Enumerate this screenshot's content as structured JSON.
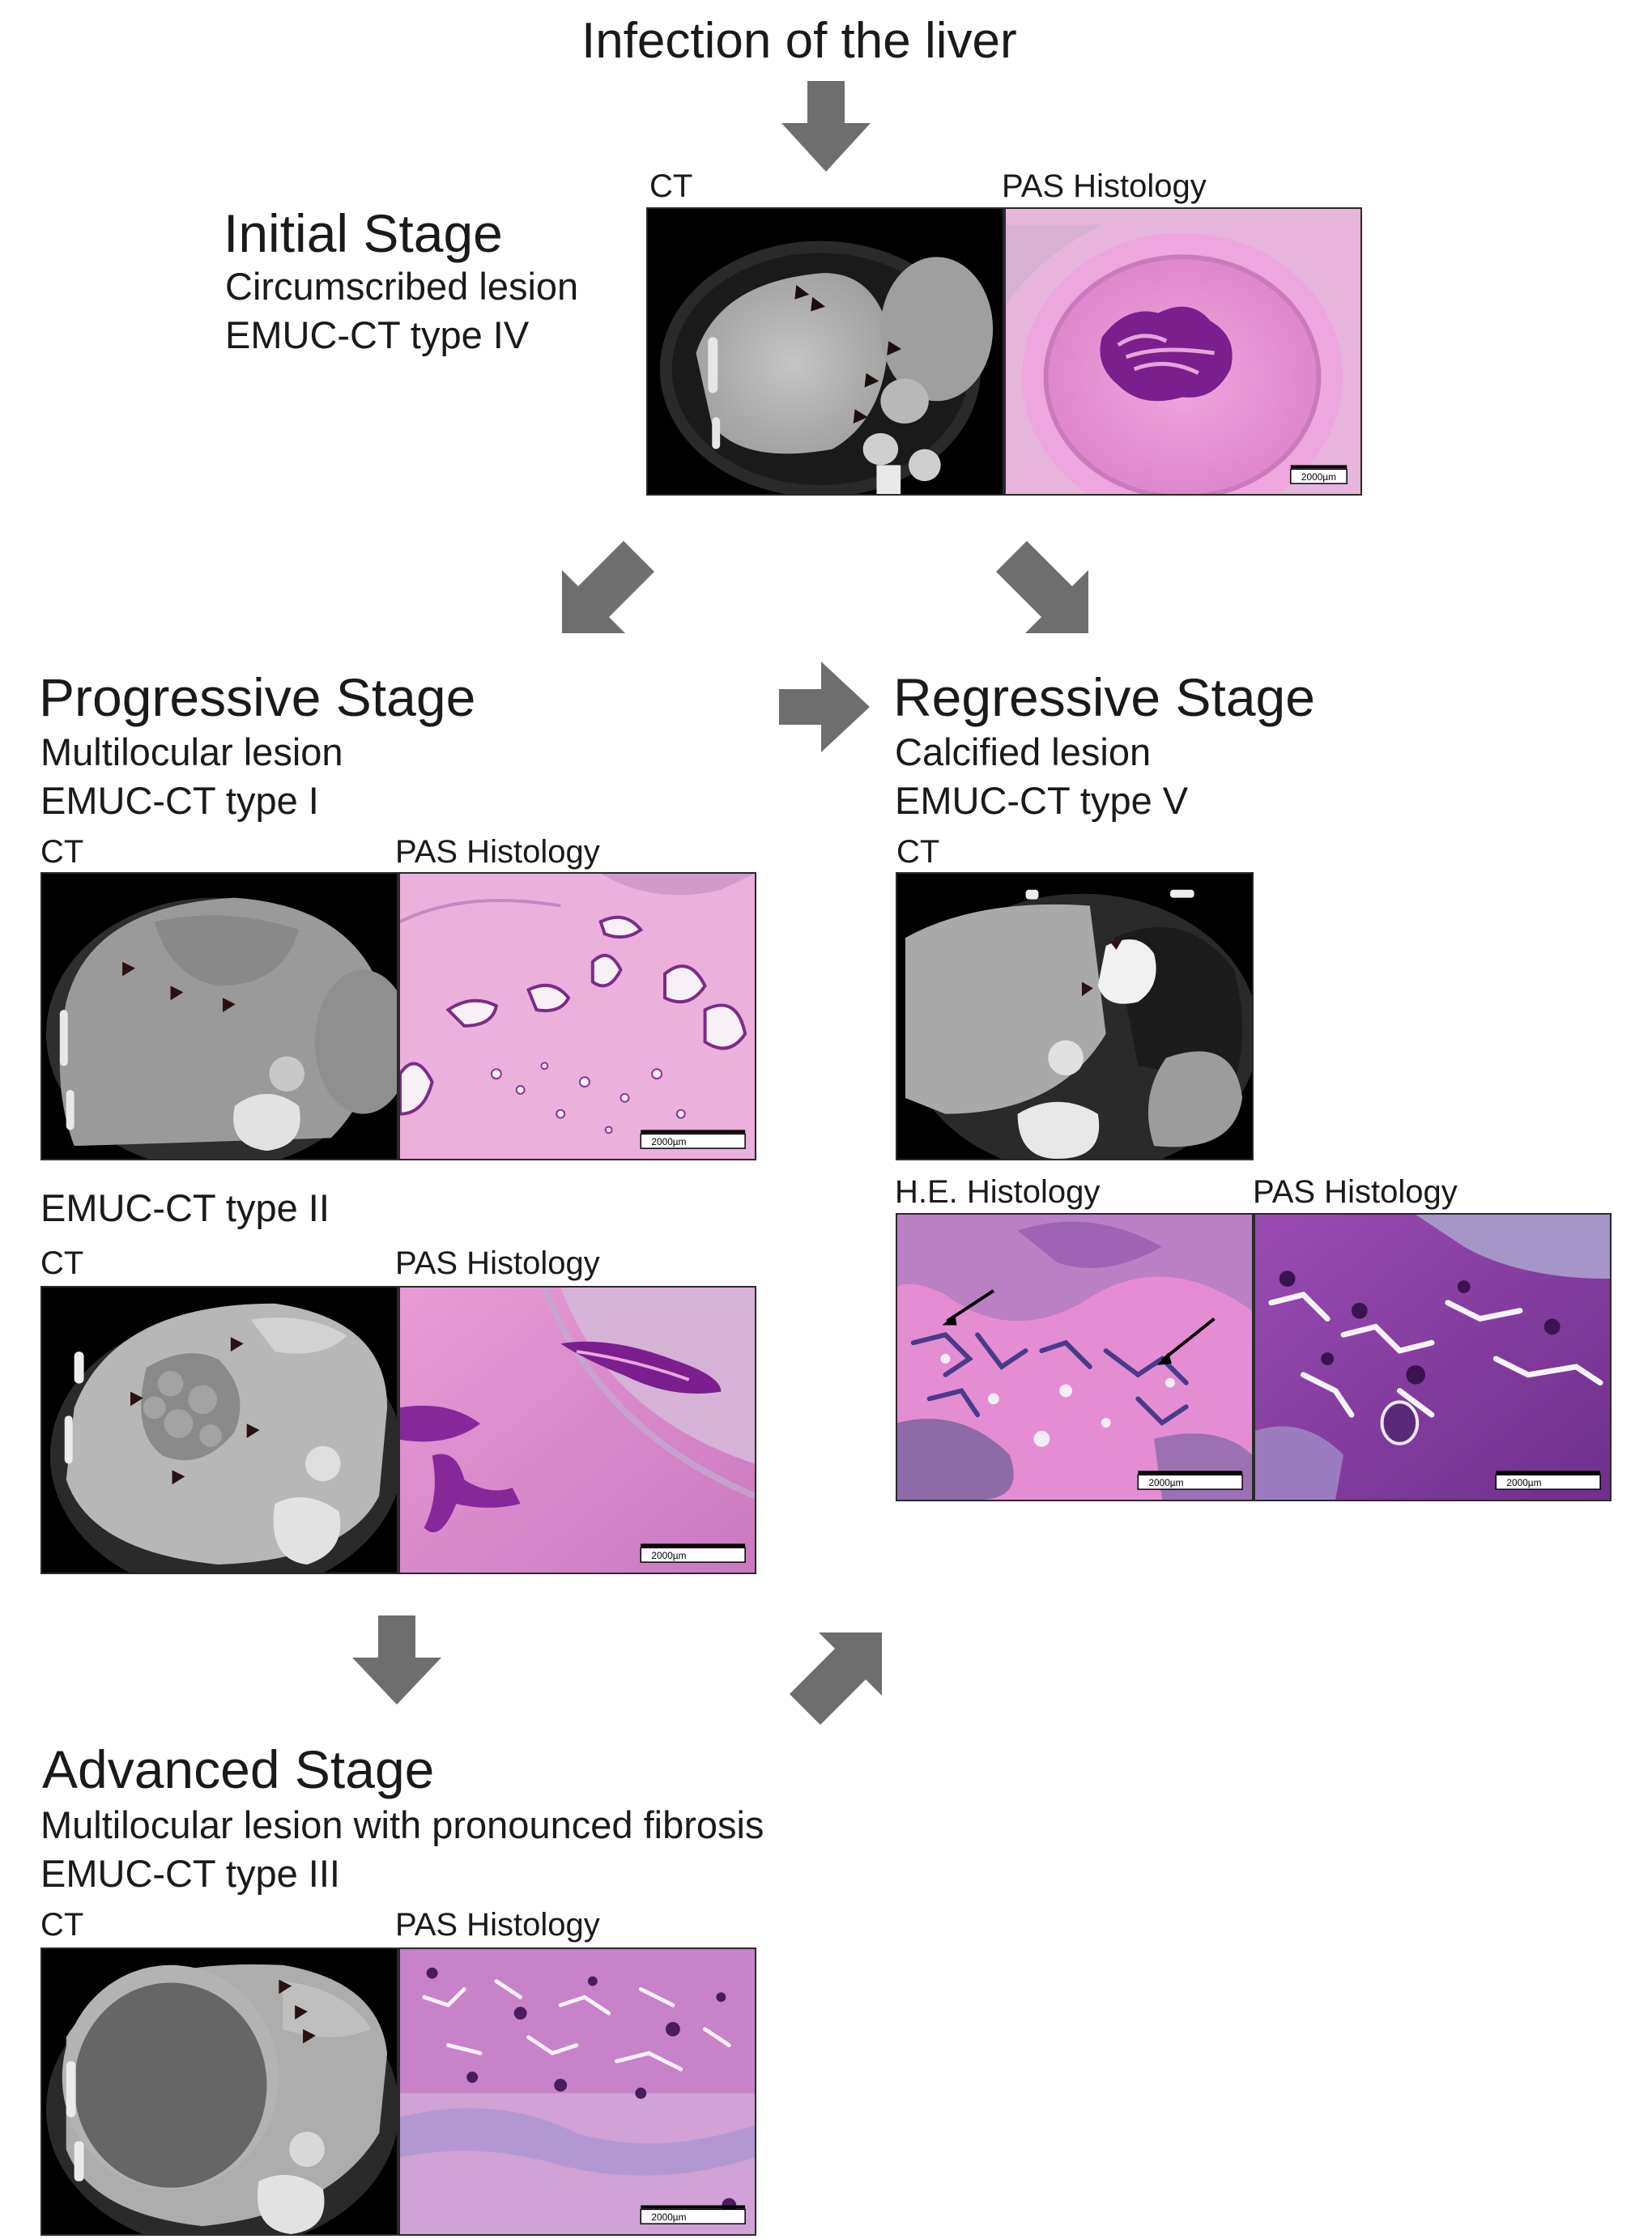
{
  "title": "Infection of the liver",
  "labels": {
    "ct": "CT",
    "pas": "PAS Histology",
    "he": "H.E. Histology",
    "scale": "2000µm"
  },
  "stages": {
    "initial": {
      "title": "Initial Stage",
      "line1": "Circumscribed lesion",
      "line2": "EMUC-CT type IV"
    },
    "progressive": {
      "title": "Progressive Stage",
      "line1": "Multilocular lesion",
      "line2": "EMUC-CT type I",
      "type2": "EMUC-CT type II"
    },
    "regressive": {
      "title": "Regressive Stage",
      "line1": "Calcified lesion",
      "line2": "EMUC-CT type V"
    },
    "advanced": {
      "title": "Advanced Stage",
      "line1": "Multilocular lesion with pronounced fibrosis",
      "line2": "EMUC-CT type III"
    }
  },
  "colors": {
    "arrow": "#6e6e6e",
    "histology_pink": "#e58ad0",
    "histology_purple": "#6a1f7a",
    "ct_background": "#000000"
  }
}
